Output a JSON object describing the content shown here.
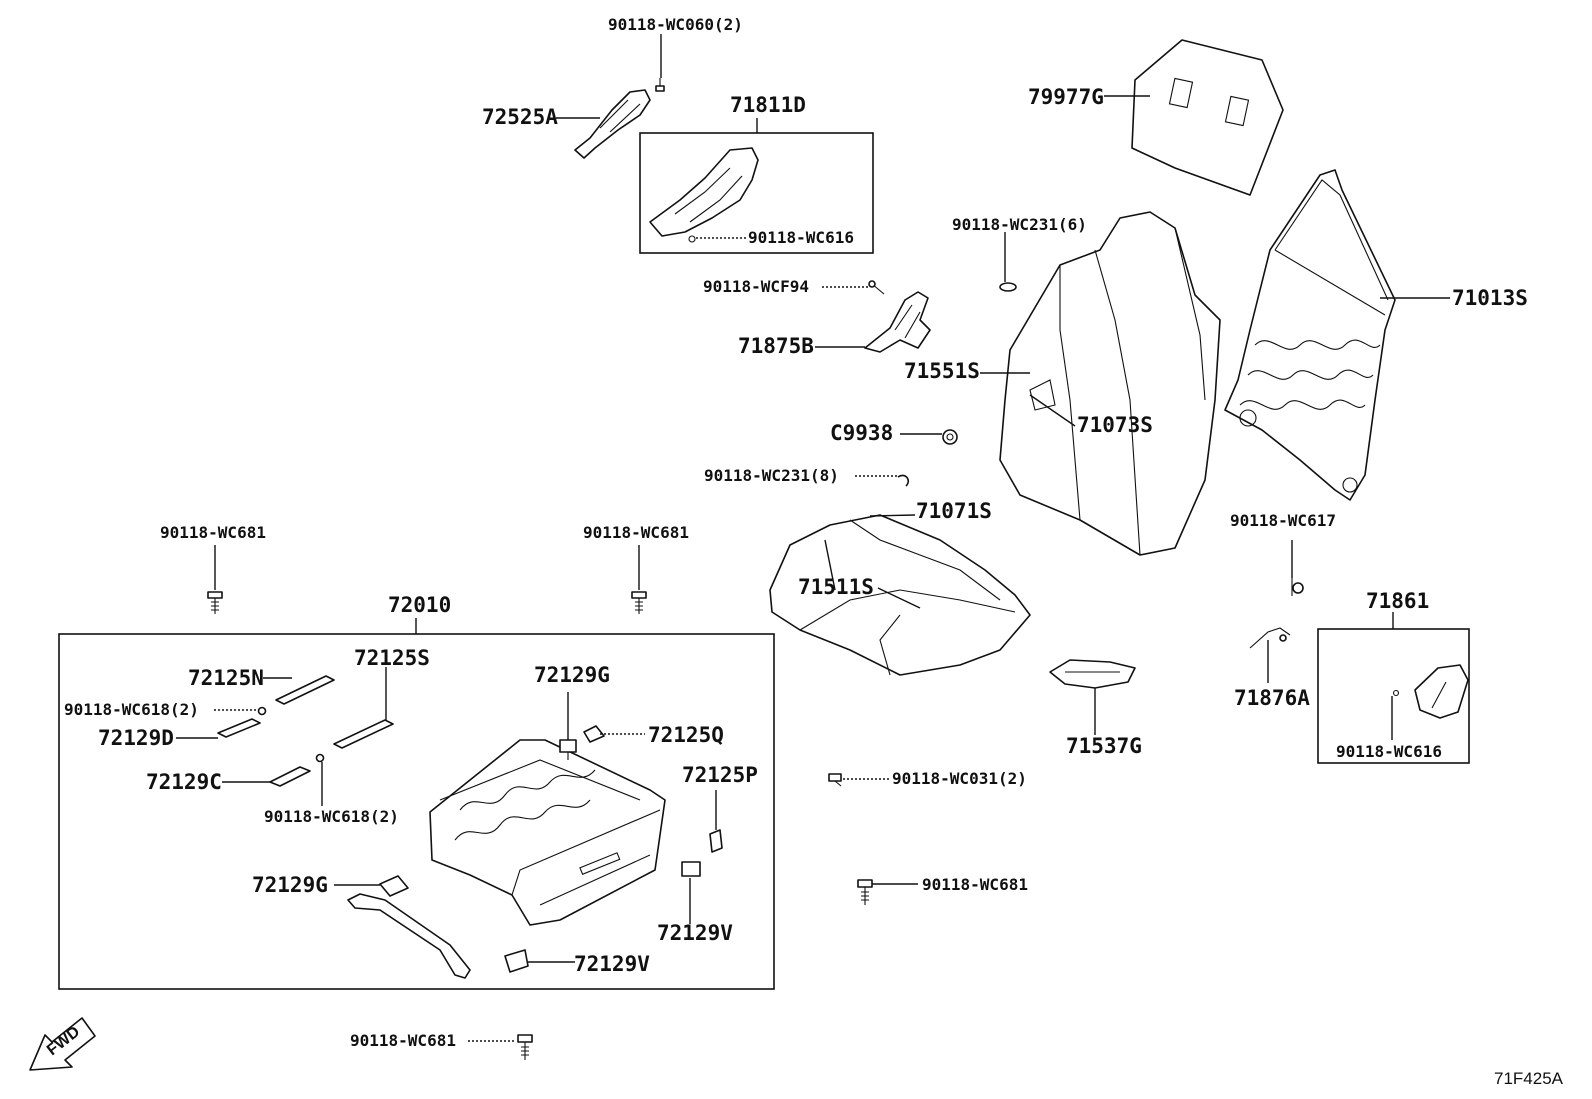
{
  "labels": {
    "p_90118_wc060_2": "90118-WC060(2)",
    "p_72525a": "72525A",
    "p_71811d": "71811D",
    "p_90118_wc616_top": "90118-WC616",
    "p_79977g": "79977G",
    "p_90118_wc231_6": "90118-WC231(6)",
    "p_71013s": "71013S",
    "p_90118_wcf94": "90118-WCF94",
    "p_71875b": "71875B",
    "p_71551s": "71551S",
    "p_71073s": "71073S",
    "p_c9938": "C9938",
    "p_90118_wc231_8": "90118-WC231(8)",
    "p_71071s": "71071S",
    "p_90118_wc617": "90118-WC617",
    "p_90118_wc681_left": "90118-WC681",
    "p_90118_wc681_mid": "90118-WC681",
    "p_71511s": "71511S",
    "p_72010": "72010",
    "p_71861": "71861",
    "p_72125n": "72125N",
    "p_72125s": "72125S",
    "p_72129g_top": "72129G",
    "p_90118_wc618_2_a": "90118-WC618(2)",
    "p_72129d": "72129D",
    "p_72125q": "72125Q",
    "p_71876a": "71876A",
    "p_90118_wc616_right": "90118-WC616",
    "p_71537g": "71537G",
    "p_72129c": "72129C",
    "p_90118_wc618_2_b": "90118-WC618(2)",
    "p_72125p": "72125P",
    "p_90118_wc031_2": "90118-WC031(2)",
    "p_72129g_bottom": "72129G",
    "p_90118_wc681_right": "90118-WC681",
    "p_72129v_right": "72129V",
    "p_72129v_bottom": "72129V",
    "p_90118_wc681_bottom": "90118-WC681",
    "fwd": "FWD"
  },
  "diagram_ref": "71F425A"
}
